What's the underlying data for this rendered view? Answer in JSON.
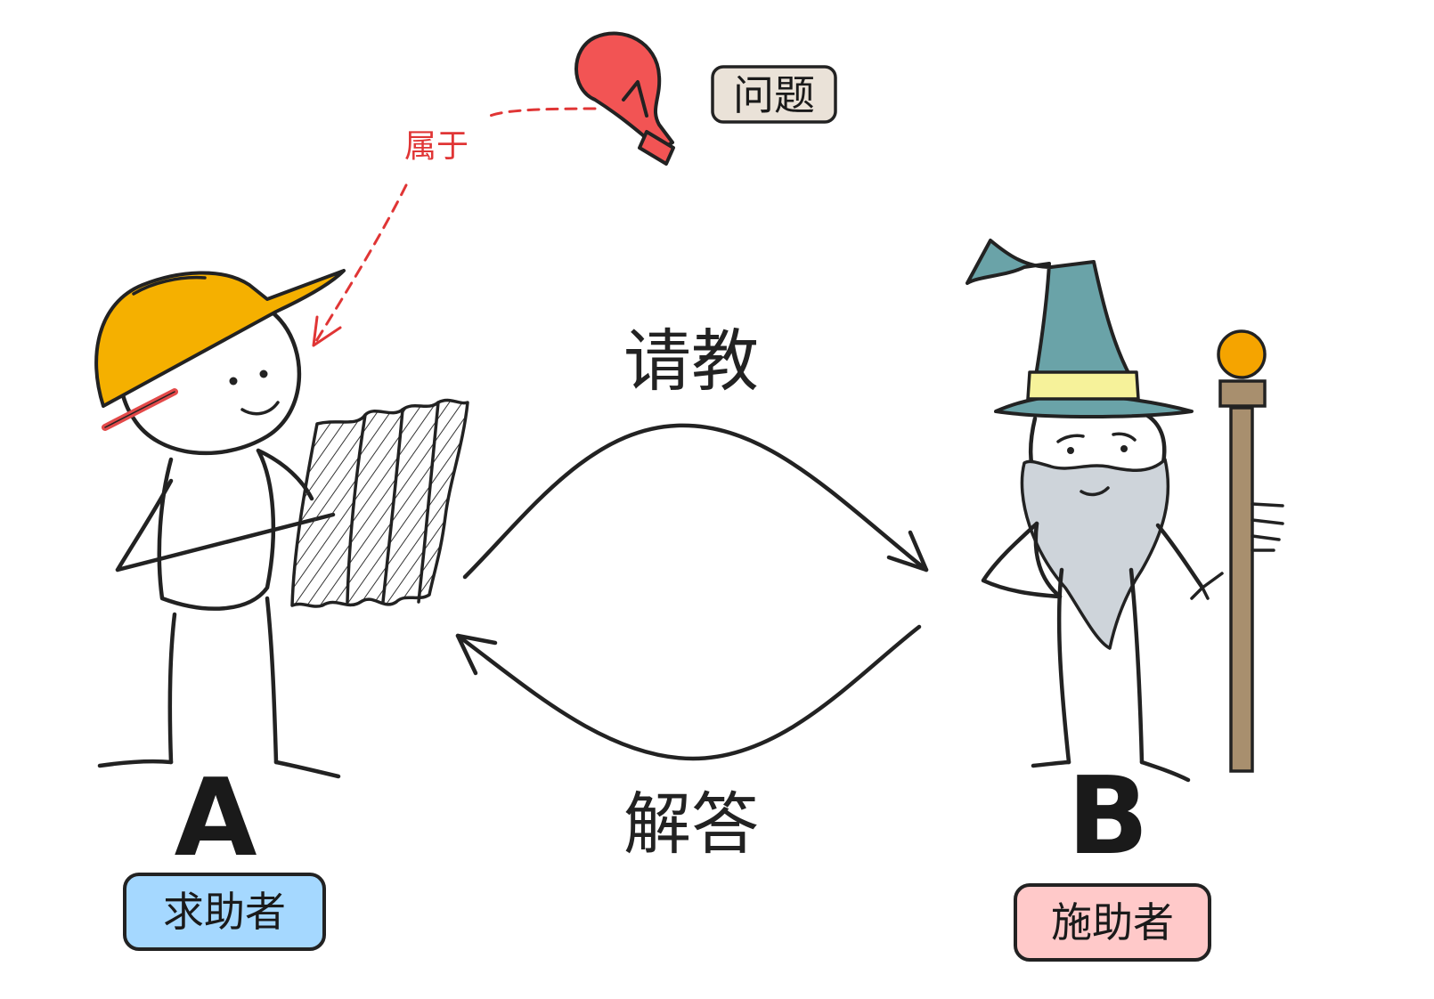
{
  "labels": {
    "problem_tag": "问题",
    "belongs_to": "属于",
    "ask": "请教",
    "answer": "解答",
    "person_a_letter": "A",
    "person_b_letter": "B",
    "person_a_role": "求助者",
    "person_b_role": "施助者"
  },
  "colors": {
    "hard_hat": "#f5b000",
    "bulb": "#f25454",
    "arrow_dashed": "#e03535",
    "wizard_hat": "#6aa3a8",
    "hat_band": "#f6f29a",
    "staff": "#a88f6e",
    "staff_orb": "#f5a400",
    "beard": "#ced4da",
    "tag_problem_bg": "#eae2d8",
    "tag_a_bg": "#a5d8ff",
    "tag_b_bg": "#ffc9c9"
  },
  "icons": [
    "lightbulb-icon",
    "hard-hat-icon",
    "wizard-hat-icon",
    "staff-icon",
    "map-icon"
  ]
}
